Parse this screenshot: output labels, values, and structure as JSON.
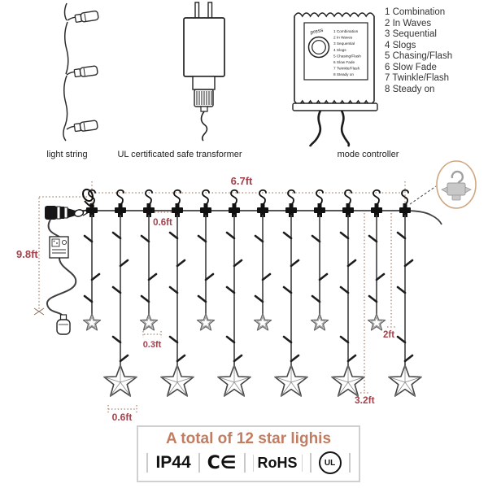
{
  "figures": {
    "light_string_label": "light string",
    "transformer_label": "UL certificated safe transformer",
    "controller_label": "mode controller",
    "press_label": "press"
  },
  "modes": {
    "items": [
      "1 Combination",
      "2 In Waves",
      "3 Sequential",
      "4 Slogs",
      "5 Chasing/Flash",
      "6 Slow Fade",
      "7 Twinkle/Flash",
      "8 Steady on"
    ]
  },
  "diagram": {
    "drops": [
      "short",
      "long",
      "short",
      "long",
      "short",
      "long",
      "short",
      "long",
      "short",
      "long",
      "short",
      "long"
    ],
    "measurements": {
      "total_width": "6.7ft",
      "drop_spacing": "0.6ft",
      "lead_length": "9.8ft",
      "small_star_width": "0.3ft",
      "big_star_width": "0.6ft",
      "short_drop_length": "2ft",
      "long_drop_length": "3.2ft"
    },
    "colors": {
      "measure_text": "#a2424c",
      "measure_line": "#a8836d",
      "wire": "#3f3f3f",
      "detail_ring": "#cfa77f"
    }
  },
  "banner": {
    "title": "A total of 12 star lighis",
    "title_color": "#c27c60",
    "badges": {
      "ip44": "IP44",
      "ce": "C∈",
      "rohs": "RoHS",
      "ul": "UL"
    }
  }
}
